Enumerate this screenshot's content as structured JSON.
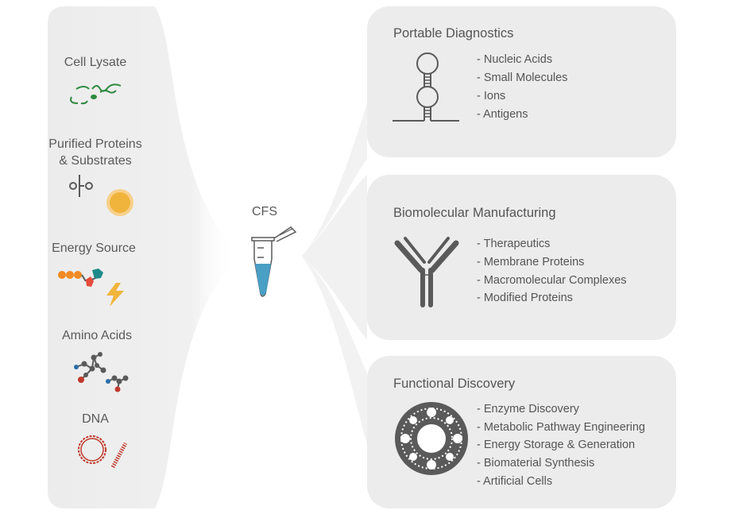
{
  "inputs": {
    "items": [
      {
        "label": "Cell Lysate"
      },
      {
        "label": "Purified Proteins\n& Substrates"
      },
      {
        "label": "Energy Source"
      },
      {
        "label": "Amino Acids"
      },
      {
        "label": "DNA"
      }
    ]
  },
  "center": {
    "label": "CFS"
  },
  "outputs": [
    {
      "title": "Portable Diagnostics",
      "items": [
        "- Nucleic Acids",
        "- Small Molecules",
        "- Ions",
        "- Antigens"
      ]
    },
    {
      "title": "Biomolecular Manufacturing",
      "items": [
        "- Therapeutics",
        "- Membrane Proteins",
        "- Macromolecular Complexes",
        "- Modified Proteins"
      ]
    },
    {
      "title": "Functional Discovery",
      "items": [
        "- Enzyme Discovery",
        "- Metabolic Pathway Engineering",
        "- Energy Storage & Generation",
        "- Biomaterial Synthesis",
        "- Artificial Cells"
      ]
    }
  ],
  "colors": {
    "panel": "#ececec",
    "tube_liquid": "#4a9fc4",
    "lysate_green": "#2e8a3e",
    "bead_gold": "#f0b43c",
    "energy_orange": "#f08a24",
    "energy_teal": "#1f8a8a",
    "dna_red": "#c0392b",
    "icon_gray": "#5a5a5a"
  },
  "icons": [
    "cell-lysate-icon",
    "scissors-icon",
    "protein-bead-icon",
    "atp-icon",
    "lightning-icon",
    "amino-acid-molecule-icon",
    "dna-plasmid-icon",
    "test-tube-icon",
    "hairpin-rna-icon",
    "antibody-icon",
    "cell-membrane-icon"
  ]
}
